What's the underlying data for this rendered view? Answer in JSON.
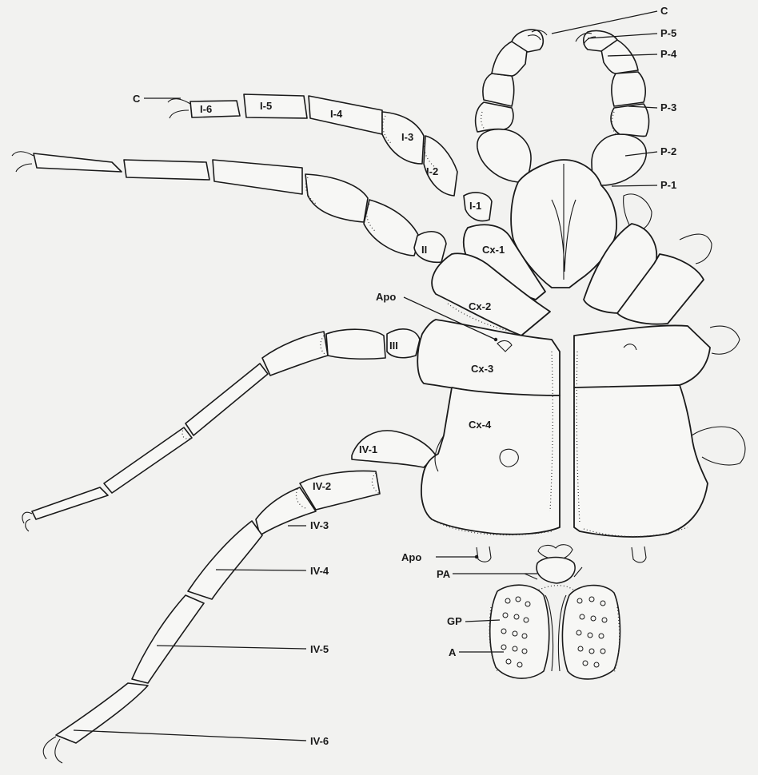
{
  "labels": {
    "c_top": "C",
    "p5": "P-5",
    "p4": "P-4",
    "p3": "P-3",
    "p2": "P-2",
    "p1": "P-1",
    "c_left": "C",
    "l1_6": "I-6",
    "l1_5": "I-5",
    "l1_4": "I-4",
    "l1_3": "I-3",
    "l1_2": "I-2",
    "l1_1": "I-1",
    "l2_roman": "II",
    "l3_roman": "III",
    "cx1": "Cx-1",
    "cx2": "Cx-2",
    "cx3": "Cx-3",
    "cx4": "Cx-4",
    "apo_top": "Apo",
    "apo_bottom": "Apo",
    "iv1": "IV-1",
    "iv2": "IV-2",
    "iv3": "IV-3",
    "iv4": "IV-4",
    "iv5": "IV-5",
    "iv6": "IV-6",
    "pa": "PA",
    "gp": "GP",
    "a": "A"
  }
}
